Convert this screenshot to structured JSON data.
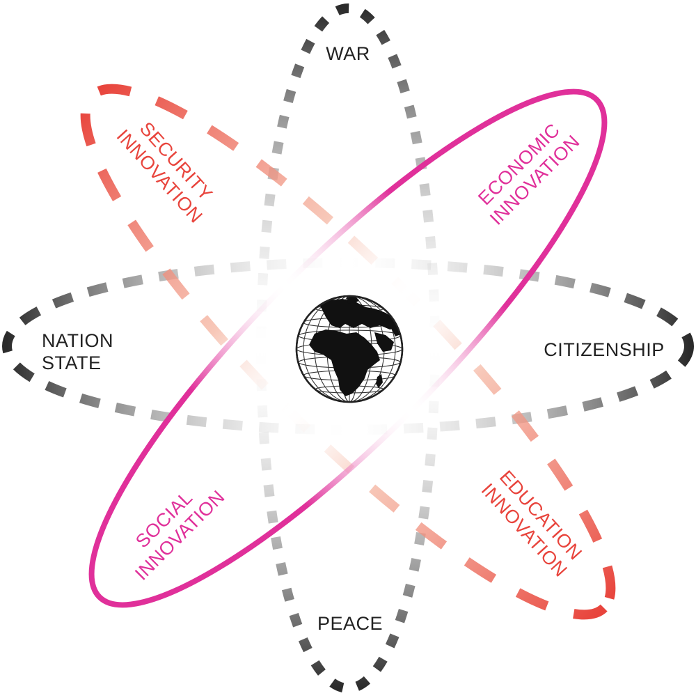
{
  "labels": {
    "war": "WAR",
    "peace": "PEACE",
    "nation_state_line1": "NATION",
    "nation_state_line2": "STATE",
    "citizenship": "CITIZENSHIP",
    "security_line1": "SECURITY",
    "security_line2": "INNOVATION",
    "economic_line1": "ECONOMIC",
    "economic_line2": "INNOVATION",
    "social_line1": "SOCIAL",
    "social_line2": "INNOVATION",
    "education_line1": "EDUCATION",
    "education_line2": "INNOVATION"
  },
  "colors": {
    "dark_ring": "#2b2b2b",
    "red_ring": "#e8443c",
    "pink_ring": "#e0309a",
    "globe_land": "#111111",
    "globe_grid": "#333333"
  },
  "icons": {
    "center": "globe-icon"
  }
}
